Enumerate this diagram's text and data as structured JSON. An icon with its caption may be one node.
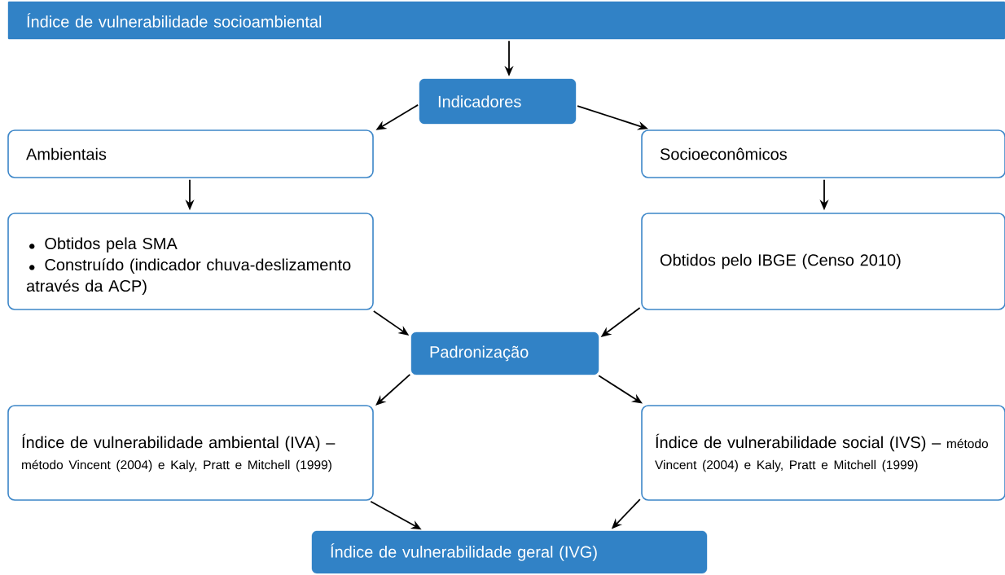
{
  "diagram": {
    "nodes": [
      {
        "text": [
          "Índice de vulnerabilidade socioambiental"
        ]
      },
      {
        "text": [
          "Indicadores"
        ]
      },
      {
        "text": [
          "Ambientais"
        ]
      },
      {
        "text": [
          "Socioeconômicos"
        ]
      },
      {
        "text": [
          "Obtidos pela SMA",
          "Construído (indicador chuva-deslizamento através da ACP)"
        ]
      },
      {
        "text": [
          "Obtidos pelo IBGE (Censo 2010)"
        ]
      },
      {
        "text": [
          "Padronização"
        ]
      },
      {
        "text": [
          "Índice de vulnerabilidade ambiental (IVA) –",
          "método Vincent (2004) e Kaly, Pratt e Mitchell (1999)"
        ]
      },
      {
        "text": [
          "Índice de vulnerabilidade social (IVS) –",
          "método Vincent (2004) e Kaly, Pratt e Mitchell (1999)"
        ]
      },
      {
        "text": [
          "Índice de vulnerabilidade geral (IVG)"
        ]
      }
    ],
    "edges": [
      {
        "from": 0,
        "to": 1,
        "arrow": "to"
      },
      {
        "from": 1,
        "to": 2,
        "arrow": "to"
      },
      {
        "from": 1,
        "to": 3,
        "arrow": "to"
      },
      {
        "from": 2,
        "to": 4,
        "arrow": "to"
      },
      {
        "from": 3,
        "to": 5,
        "arrow": "to"
      },
      {
        "from": 4,
        "to": 6,
        "arrow": "to"
      },
      {
        "from": 5,
        "to": 6,
        "arrow": "to"
      },
      {
        "from": 6,
        "to": 7,
        "arrow": "to"
      },
      {
        "from": 6,
        "to": 8,
        "arrow": "to"
      },
      {
        "from": 7,
        "to": 9,
        "arrow": "to"
      },
      {
        "from": 8,
        "to": 9,
        "arrow": "to"
      }
    ]
  }
}
